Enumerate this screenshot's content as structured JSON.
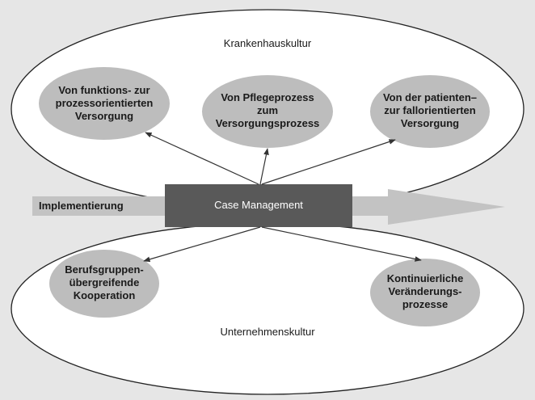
{
  "diagram": {
    "top_context": "Krankenhauskultur",
    "bottom_context": "Unternehmenskultur",
    "arrow_label": "Implementierung",
    "center_label": "Case Management",
    "top_bubbles": [
      {
        "lines": [
          "Von funktions- zur",
          "prozessorientierten",
          "Versorgung"
        ]
      },
      {
        "lines": [
          "Von Pflegeprozess",
          "zum",
          "Versorgungsprozess"
        ]
      },
      {
        "lines": [
          "Von der patienten–",
          "zur fallorientierten",
          "Versorgung"
        ]
      }
    ],
    "bottom_bubbles": [
      {
        "lines": [
          "Berufsgruppen-",
          "übergreifende",
          "Kooperation"
        ]
      },
      {
        "lines": [
          "Kontinuierliche",
          "Veränderungs-",
          "prozesse"
        ]
      }
    ],
    "colors": {
      "background": "#e6e6e6",
      "ellipse_fill": "#ffffff",
      "bubble_fill": "#bdbdbd",
      "arrow_fill": "#c3c3c3",
      "center_box": "#595959",
      "line": "#333333"
    }
  }
}
